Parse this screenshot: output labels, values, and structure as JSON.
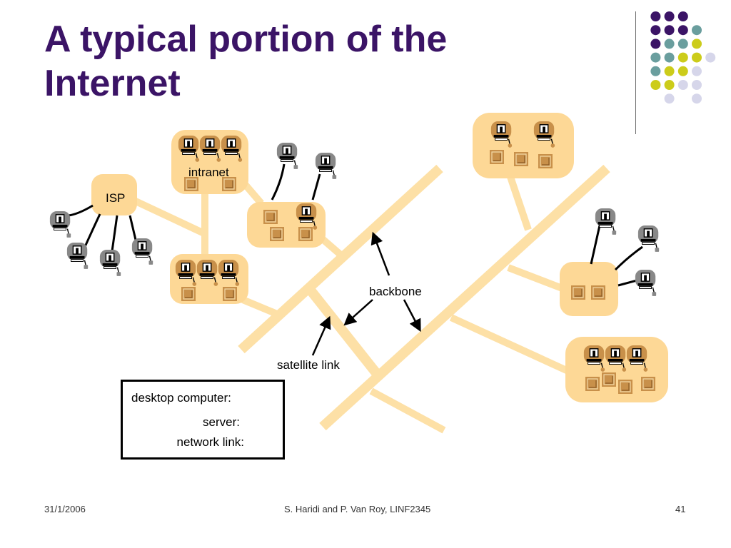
{
  "slide": {
    "title_line1": "A typical portion of the",
    "title_line2": "Internet"
  },
  "colors": {
    "title": "#3b1466",
    "link": "#fde0a6",
    "cloud": "#fdd896",
    "server": "#c8904a",
    "dot_purple": "#3b1466",
    "dot_teal": "#6a9e9e",
    "dot_yellow": "#cccc1a",
    "dot_lavender": "#d6d6ea"
  },
  "diagram": {
    "labels": {
      "intranet": "intranet",
      "isp": "ISP",
      "backbone": "backbone",
      "satellite_link": "satellite link"
    },
    "legend": {
      "desktop_computer": "desktop computer:",
      "server": "server:",
      "network_link": "network link:"
    }
  },
  "footer": {
    "date": "31/1/2006",
    "authors": "S. Haridi and P. Van Roy, LINF2345",
    "page": "41"
  }
}
